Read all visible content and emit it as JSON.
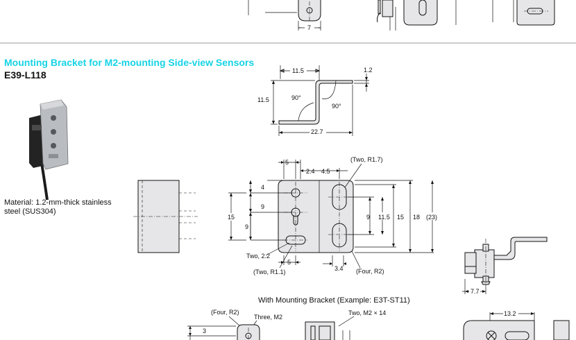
{
  "section": {
    "title": "Mounting Bracket for M2-mounting Side-view Sensors",
    "model": "E39-L118",
    "material": "Material: 1.2-mm-thick stainless steel (SUS304)"
  },
  "top_figure": {
    "dim_7": "7"
  },
  "profile": {
    "width": "11.5",
    "height": "11.5",
    "thickness": "1.2",
    "angle_left": "90°",
    "angle_right": "90°",
    "overall": "22.7"
  },
  "front": {
    "d5": "5",
    "d24": "2.4",
    "d45": "4.5",
    "two_r17": "(Two, R1.7)",
    "d4": "4",
    "d9a": "9",
    "d9b": "9",
    "d15": "15",
    "d9c": "9",
    "d115": "11.5",
    "d15b": "15",
    "d18": "18",
    "d23": "(23)",
    "two22": "Two, 2.2",
    "d5b": "5",
    "two_r11": "(Two, R1.1)",
    "d34": "3.4",
    "four_r2": "(Four, R2)"
  },
  "sensor_view": {
    "d77": "7.7"
  },
  "bottom": {
    "caption": "With Mounting Bracket (Example: E3T-ST11)",
    "four_r2": "(Four, R2)",
    "three_m2": "Three, M2",
    "d3": "3",
    "two_m2x14": "Two, M2 × 14",
    "d132": "13.2"
  }
}
